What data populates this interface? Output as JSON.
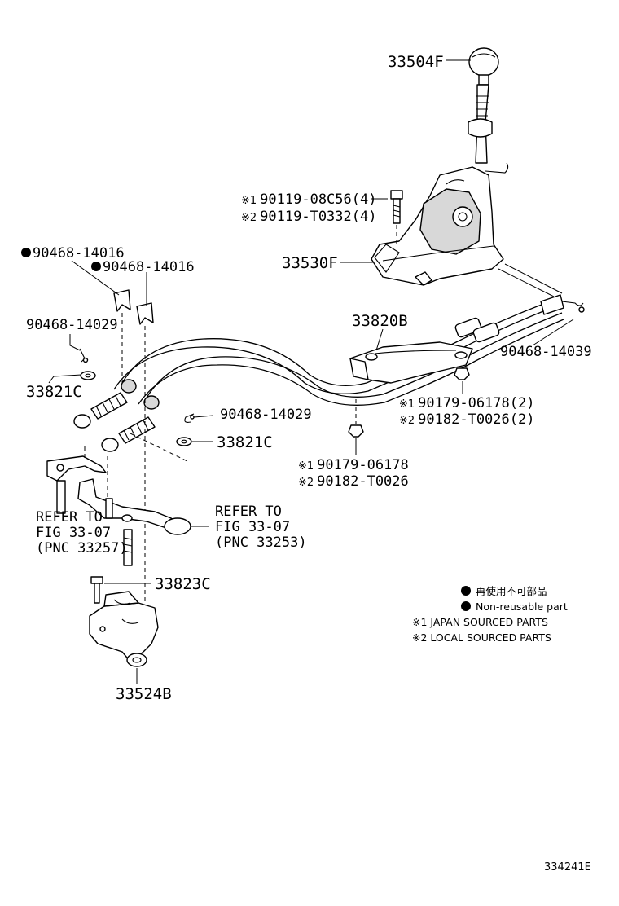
{
  "parts": {
    "knob": "33504F",
    "bolt_j": "90119-08C56(4)",
    "bolt_l": "90119-T0332(4)",
    "shift_lever": "33530F",
    "clip_top_left": "90468-14016",
    "clip_top_mid": "90468-14016",
    "clip_small_left": "90468-14029",
    "washer_left": "33821C",
    "clip_small_mid": "90468-14029",
    "washer_mid": "33821C",
    "cable_assy": "33820B",
    "clip_right": "90468-14039",
    "nut_right_j": "90179-06178(2)",
    "nut_right_l": "90182-T0026(2)",
    "nut_mid_j": "90179-06178",
    "nut_mid_l": "90182-T0026",
    "bolt_bracket": "33823C",
    "bracket": "33524B"
  },
  "refs": {
    "left": [
      "REFER TO",
      "FIG 33-07",
      "(PNC 33257)"
    ],
    "right": [
      "REFER TO",
      "FIG 33-07",
      "(PNC 33253)"
    ]
  },
  "markers": {
    "japan": "※1",
    "local": "※2"
  },
  "legend": {
    "jp_text": "再使用不可部品",
    "en_text": "Non-reusable part",
    "japan_sourced": "※1 JAPAN SOURCED PARTS",
    "local_sourced": "※2 LOCAL SOURCED PARTS"
  },
  "figure_id": "334241E"
}
